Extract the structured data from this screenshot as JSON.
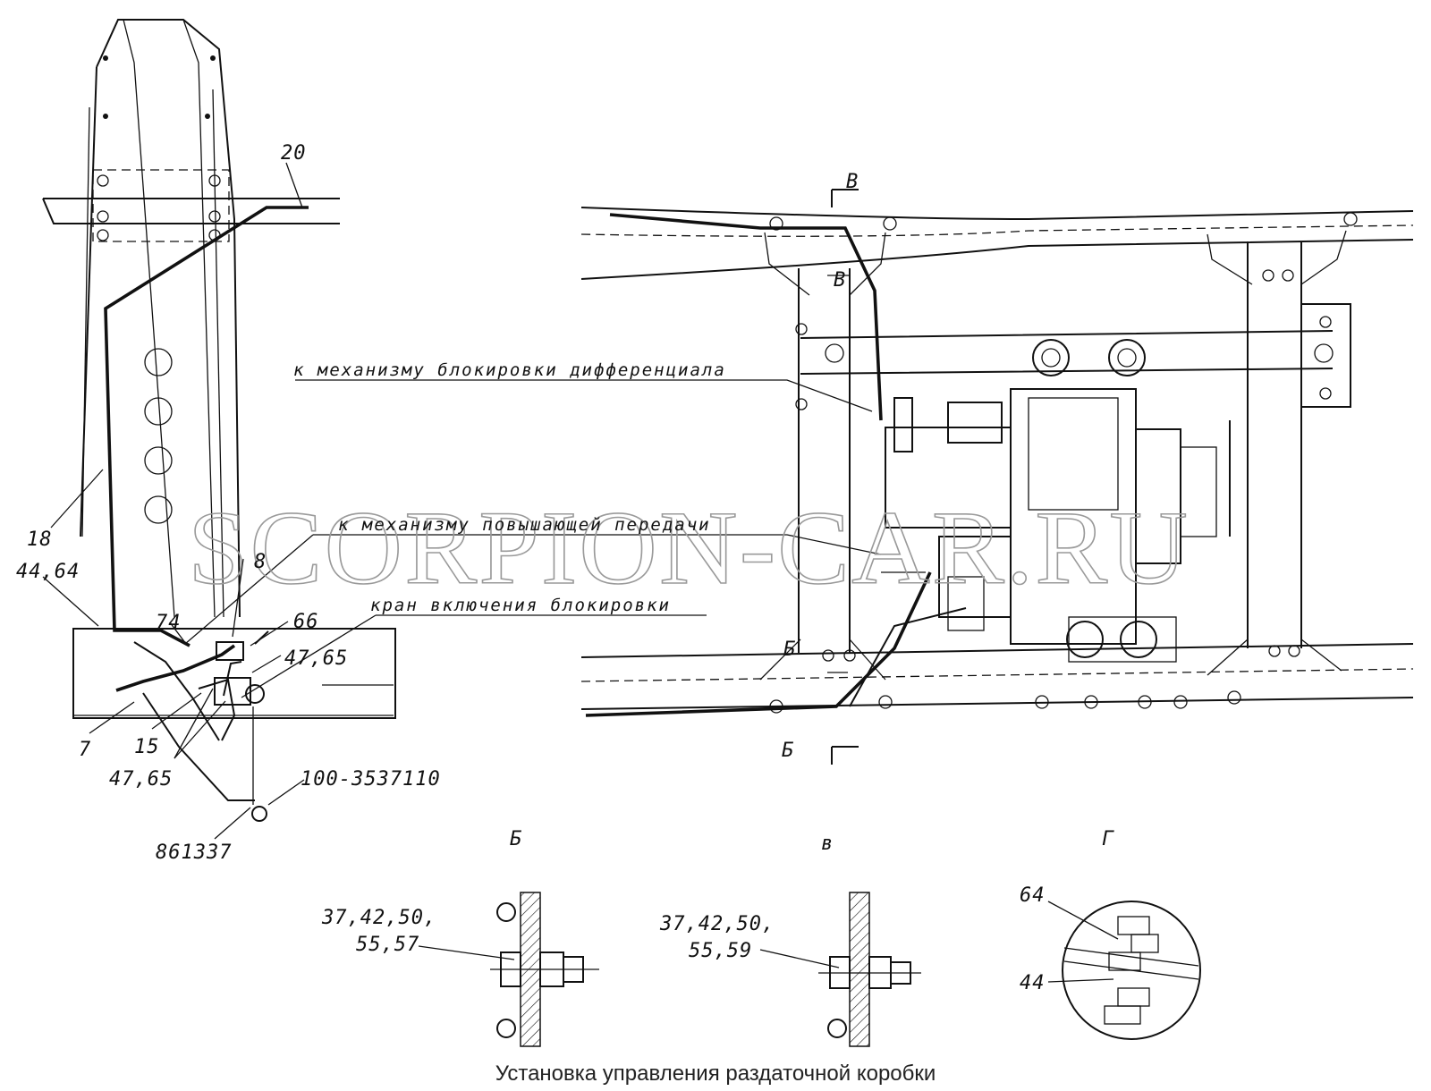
{
  "labels": {
    "p20": "20",
    "p18": "18",
    "p8": "8",
    "p44_64": "44,64",
    "p74": "74",
    "p66": "66",
    "p47_65_a": "47,65",
    "p7": "7",
    "p15": "15",
    "p47_65_b": "47,65",
    "p100_3537110": "100-3537110",
    "p861337": "861337"
  },
  "annotations": {
    "diff_lock": "к механизму блокировки дифференциала",
    "overdrive": "к механизму повышающей передачи",
    "lock_valve": "кран включения блокировки"
  },
  "section_marks": {
    "b_top": "Б",
    "b_mid": "Б",
    "v_top": "В",
    "v_mid": "В"
  },
  "details": {
    "view_b": {
      "title": "Б",
      "label_line1": "37,42,50,",
      "label_line2": "55,57"
    },
    "view_v": {
      "title": "в",
      "label_line1": "37,42,50,",
      "label_line2": "55,59"
    },
    "view_g": {
      "title": "Г",
      "label_top": "64",
      "label_bottom": "44"
    }
  },
  "watermark": "SCORPION-CAR.RU",
  "caption": "Установка управления раздаточной коробки"
}
